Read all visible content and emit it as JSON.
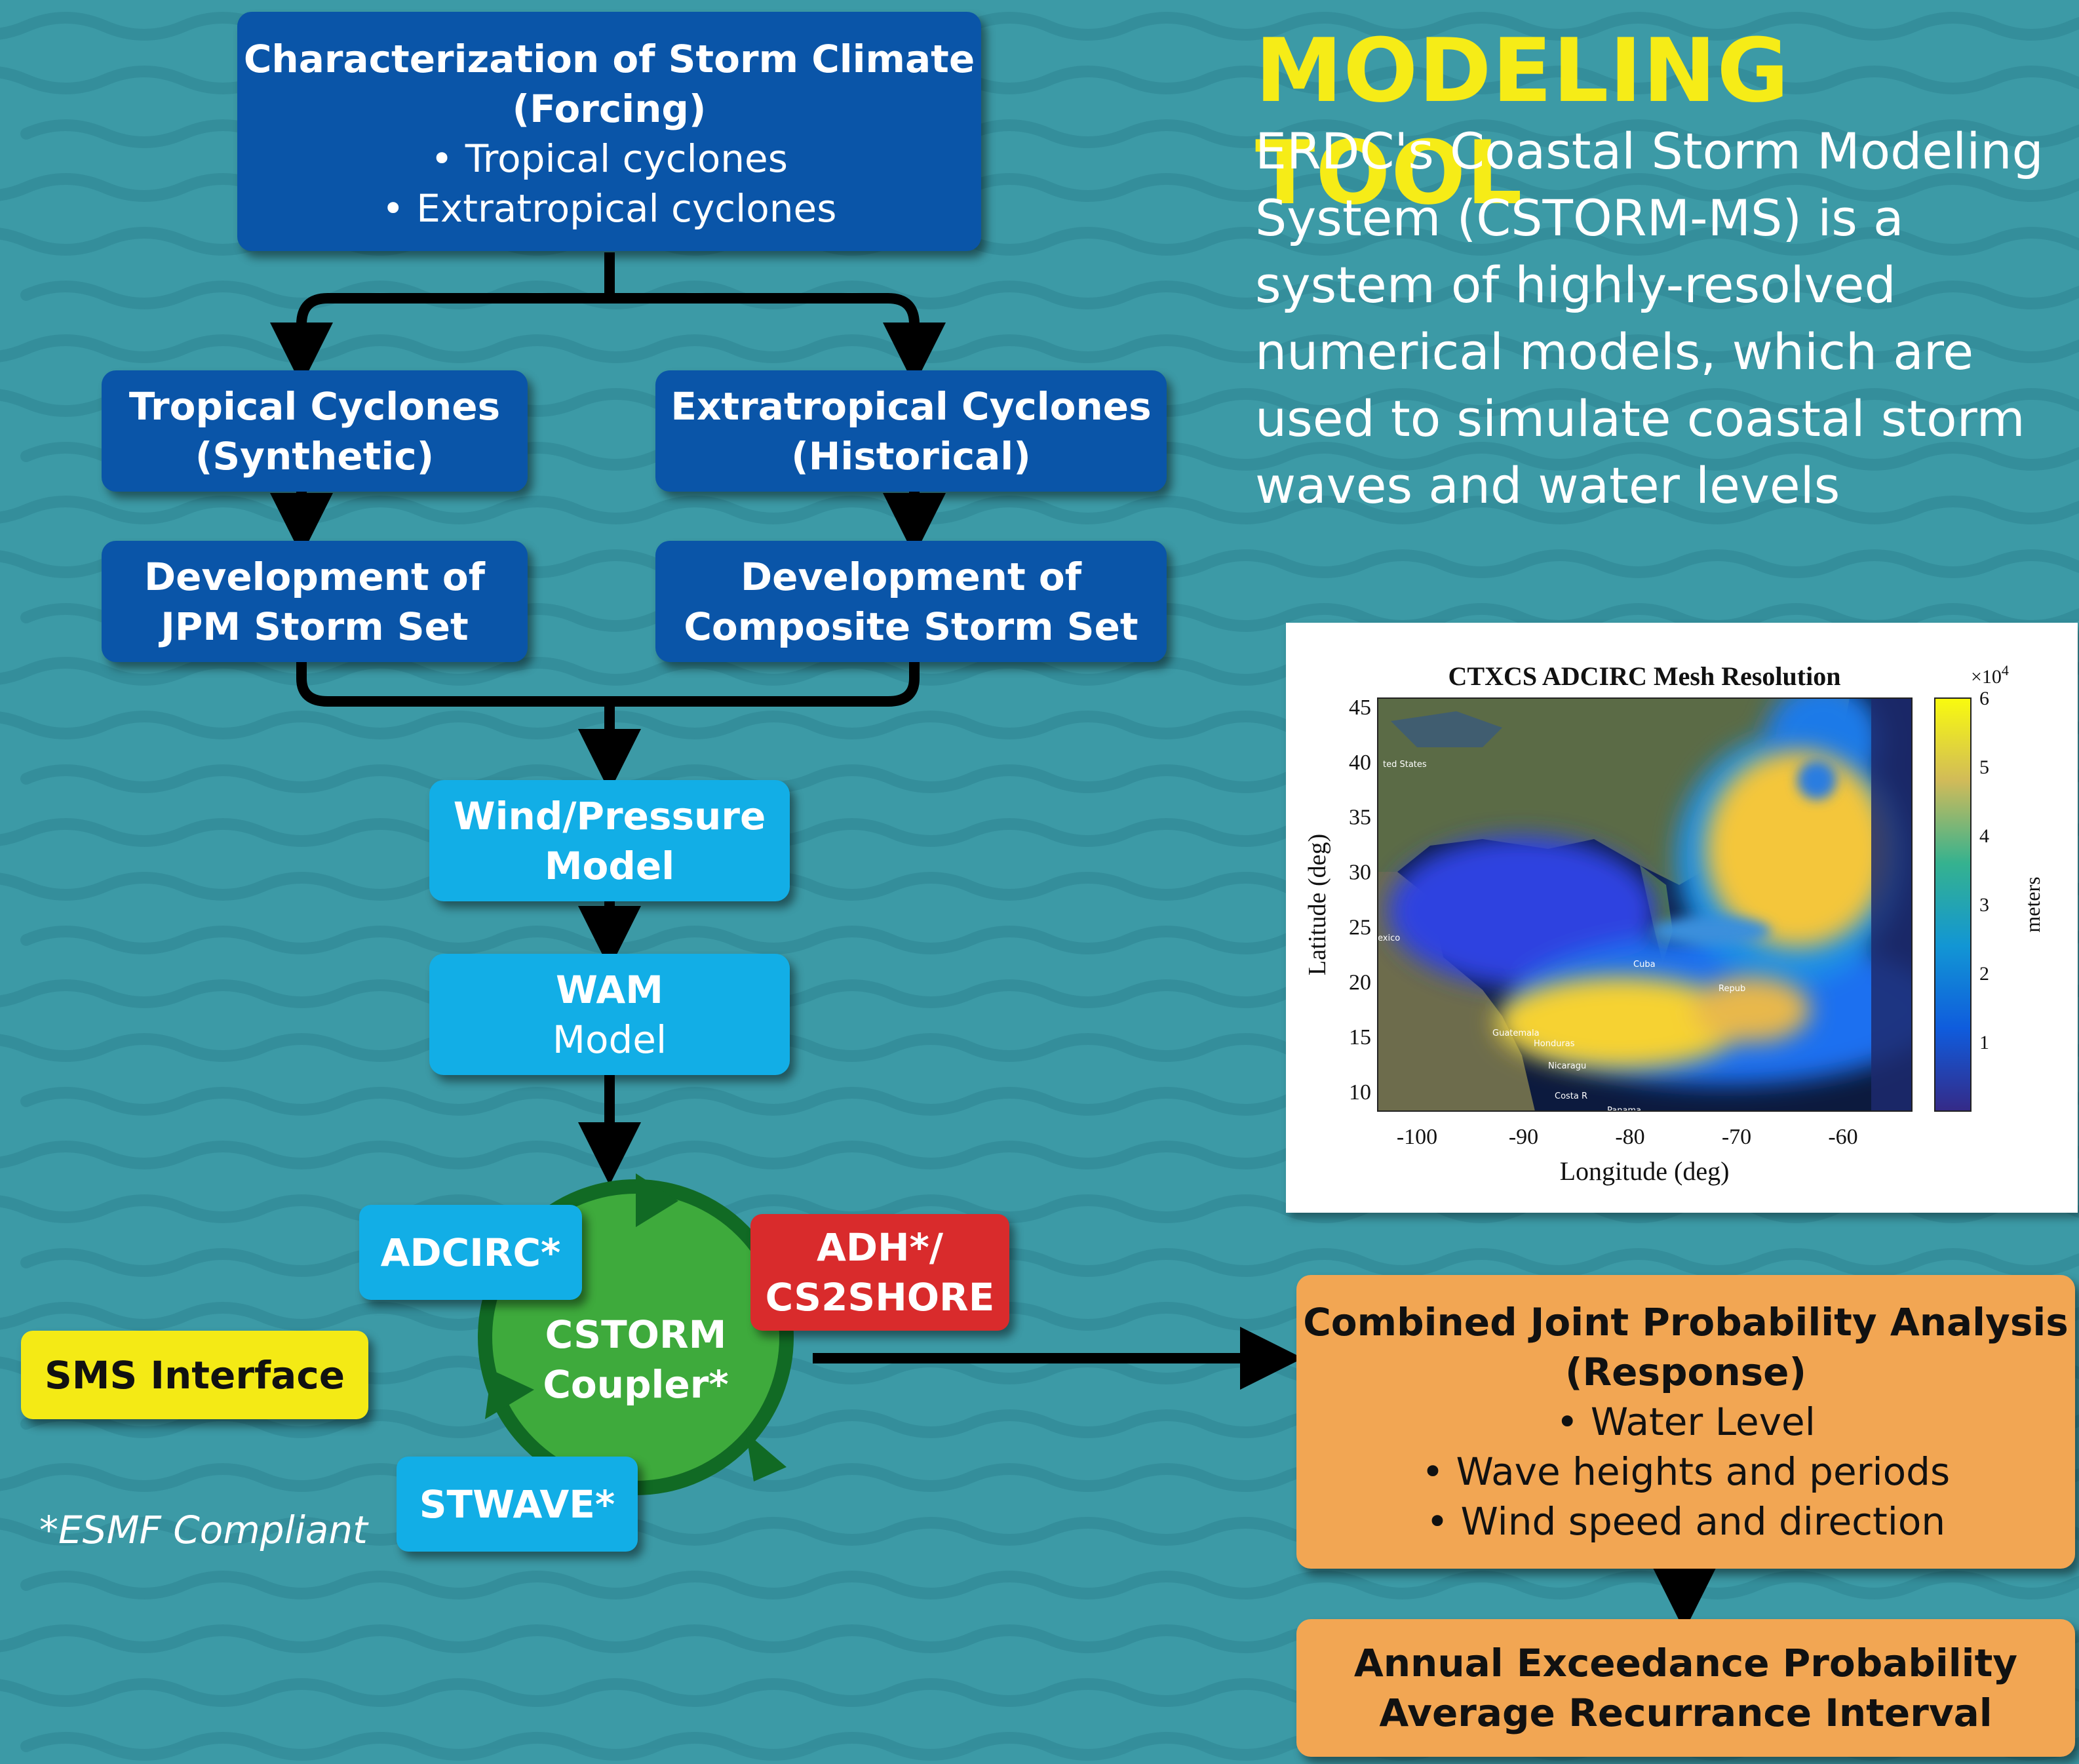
{
  "boxes": {
    "forcing": {
      "title_line1": "Characterization of Storm Climate",
      "title_line2": "(Forcing)",
      "bullets": [
        "Tropical cyclones",
        "Extratropical cyclones"
      ]
    },
    "tropical": {
      "line1": "Tropical Cyclones",
      "line2": "(Synthetic)"
    },
    "extratropical": {
      "line1": "Extratropical Cyclones",
      "line2": "(Historical)"
    },
    "jpm": {
      "line1": "Development of",
      "line2": "JPM Storm Set"
    },
    "composite": {
      "line1": "Development of",
      "line2": "Composite Storm Set"
    },
    "wind": {
      "line1": "Wind/Pressure",
      "line2": "Model"
    },
    "wam": {
      "line1": "WAM",
      "line2": "Model"
    },
    "adcirc": "ADCIRC*",
    "adh": {
      "line1": "ADH*/",
      "line2": "CS2SHORE"
    },
    "coupler": {
      "line1": "CSTORM",
      "line2": "Coupler*"
    },
    "stwave": "STWAVE*",
    "sms": "SMS Interface",
    "response": {
      "title_line1": "Combined Joint Probability Analysis",
      "title_line2": "(Response)",
      "bullets": [
        "Water Level",
        "Wave heights and periods",
        "Wind speed and direction"
      ]
    },
    "annual": {
      "line1": "Annual Exceedance Probability",
      "line2": "Average Recurrance Interval"
    }
  },
  "footnote": "*ESMF Compliant",
  "heading": "MODELING TOOL",
  "description": "ERDC's Coastal Storm Modeling System (CSTORM-MS) is a system of highly-resolved numerical models, which are used to simulate coastal storm waves and water levels",
  "map_figure": {
    "title": "CTXCS ADCIRC Mesh Resolution",
    "xlabel": "Longitude (deg)",
    "ylabel": "Latitude (deg)",
    "x_ticks": [
      "-100",
      "-90",
      "-80",
      "-70",
      "-60"
    ],
    "y_ticks": [
      "45",
      "40",
      "35",
      "30",
      "25",
      "20",
      "15",
      "10"
    ],
    "colorbar_ticks": [
      "6",
      "5",
      "4",
      "3",
      "2",
      "1"
    ],
    "colorbar_label": "meters",
    "colorbar_multiplier": "×10",
    "colorbar_exponent": "4",
    "colorbar_range": [
      0,
      6
    ],
    "map_labels": [
      "ted States",
      "exico",
      "Cuba",
      "Guatemala",
      "Honduras",
      "Nicaragu",
      "Costa R",
      "Panama",
      "Repub"
    ]
  },
  "colors": {
    "background": "#3c9aa6",
    "dark_box": "#0a55a8",
    "light_box": "#12aee6",
    "orange_box": "#f2a653",
    "red_box": "#d92b2c",
    "yellow_box": "#f4ea15",
    "coupler_green": "#3eaa3c",
    "heading": "#f6ec17"
  }
}
